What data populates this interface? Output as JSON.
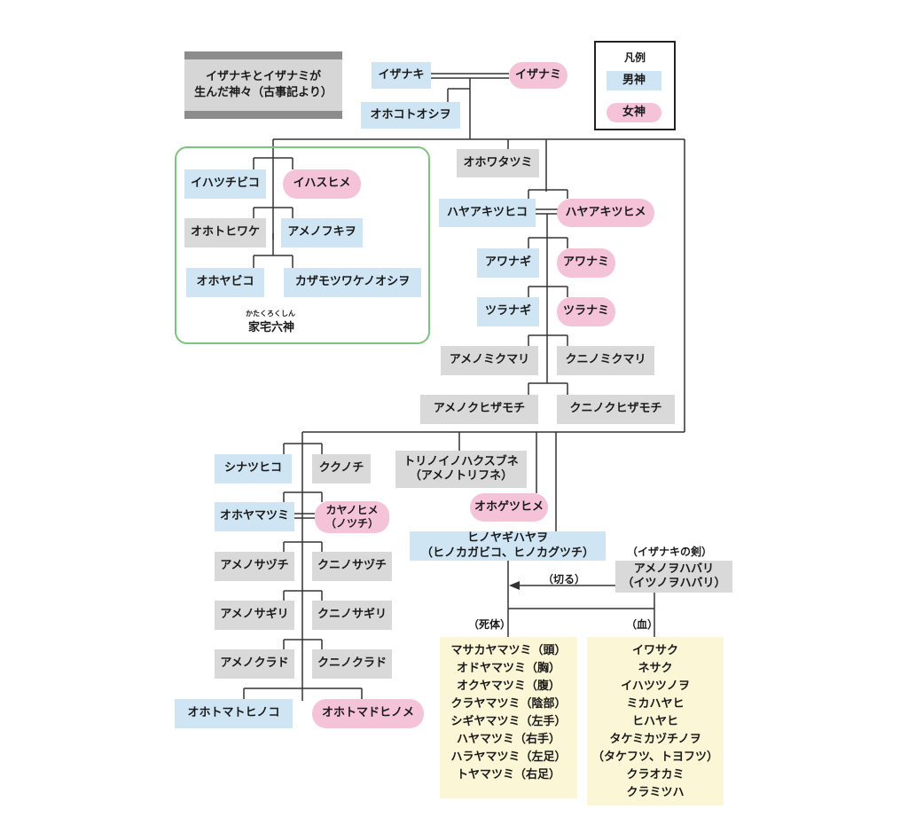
{
  "title": {
    "line1": "イザナキとイザナミが",
    "line2": "生んだ神々（古事記より）"
  },
  "legend": {
    "title": "凡例",
    "male": "男神",
    "female": "女神"
  },
  "colors": {
    "male": "#cfe5f3",
    "female": "#f5c3d8",
    "neutral": "#d9d9d9",
    "body_parts": "#fbf6d6",
    "group_border": "#7cc47f"
  },
  "parents": {
    "izanaki": "イザナキ",
    "izanami": "イザナミ"
  },
  "first": {
    "okotooshio": "オホコトオシヲ",
    "owatatsumi": "オホワタツミ"
  },
  "house_six": {
    "ruby": "かたくろくしん",
    "name": "家宅六神",
    "items": [
      "イハツチビコ",
      "イハスヒメ",
      "オホトヒワケ",
      "アメノフキヲ",
      "オホヤビコ",
      "カザモツワケノオシヲ"
    ]
  },
  "sea": {
    "hayaakitsuhiko": "ハヤアキツヒコ",
    "hayaakitsuhime": "ハヤアキツヒメ",
    "awanagi": "アワナギ",
    "awanami": "アワナミ",
    "tsuranagi": "ツラナギ",
    "tsuranami": "ツラナミ",
    "amenomikumari": "アメノミクマリ",
    "kuninomikumari": "クニノミクマリ",
    "amenokuhizamochi": "アメノクヒザモチ",
    "kuninokuhizamochi": "クニノクヒザモチ"
  },
  "mountain": {
    "shinatsuhiko": "シナツヒコ",
    "kukunochi": "ククノチ",
    "ohoyamatsumi": "オホヤマツミ",
    "kayanohime_1": "カヤノヒメ",
    "kayanohime_2": "（ノツチ）",
    "amenosazuchi": "アメノサヅチ",
    "kuninosazuchi": "クニノサヅチ",
    "amenosagiri": "アメノサギリ",
    "kuninosagiri": "クニノサギリ",
    "amenokurado": "アメノクラド",
    "kuninokurado": "クニノクラド",
    "ohotomatohinoko": "オホトマトヒノコ",
    "ohotomadohinome": "オホトマドヒノメ"
  },
  "torino_1": "トリノイノハクスブネ",
  "torino_2": "（アメノトリフネ）",
  "ohogetsuhime": "オホゲツヒメ",
  "hinoyagi_1": "ヒノヤギハヤヲ",
  "hinoyagi_2": "（ヒノカガビコ、ヒノカグツチ）",
  "sword": {
    "label": "（イザナキの剣）",
    "line1": "アメノヲハバリ",
    "line2": "（イツノヲハバリ）"
  },
  "labels": {
    "cut": "（切る）",
    "corpse": "（死体）",
    "blood": "（血）"
  },
  "corpse_gods": [
    "マサカヤマツミ（頭）",
    "オドヤマツミ（胸）",
    "オクヤマツミ（腹）",
    "クラヤマツミ（陰部）",
    "シギヤマツミ（左手）",
    "ハヤマツミ（右手）",
    "ハラヤマツミ（左足）",
    "トヤマツミ（右足）"
  ],
  "blood_gods": [
    "イワサク",
    "ネサク",
    "イハツツノヲ",
    "ミカハヤヒ",
    "ヒハヤヒ",
    "タケミカヅチノヲ",
    "（タケフツ、トヨフツ）",
    "クラオカミ",
    "クラミツハ"
  ]
}
